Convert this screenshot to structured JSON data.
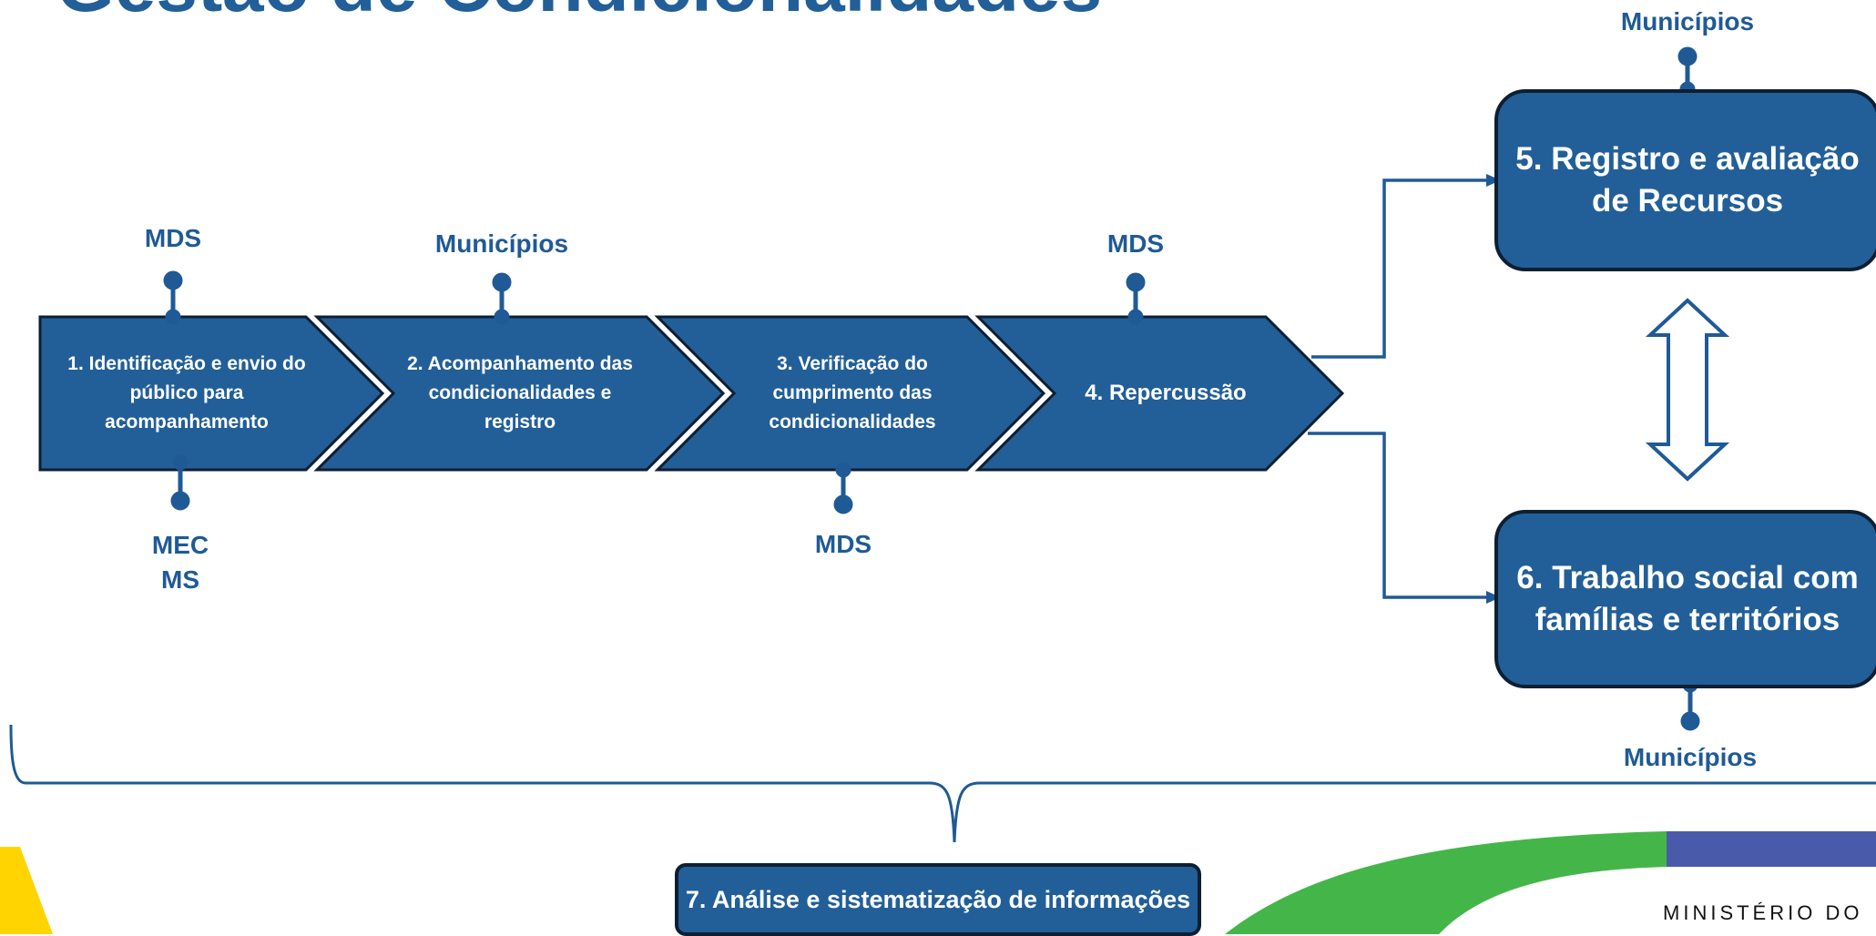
{
  "title": "Gestão de Condicionalidades",
  "steps": [
    {
      "label": "1. Identificação e envio do público para acompanhamento",
      "top_actor": "MDS",
      "bottom_actor": "MEC MS"
    },
    {
      "label": "2. Acompanhamento das condicionalidades e registro",
      "top_actor": "Municípios",
      "bottom_actor": ""
    },
    {
      "label": "3. Verificação do cumprimento das condicionalidades",
      "top_actor": "",
      "bottom_actor": "MDS"
    },
    {
      "label": "4. Repercussão",
      "top_actor": "MDS",
      "bottom_actor": ""
    }
  ],
  "boxes": {
    "box5": {
      "label": "5. Registro e avaliação de Recursos",
      "actor": "Municípios"
    },
    "box6": {
      "label": "6. Trabalho social com famílias e territórios",
      "actor": "Municípios"
    },
    "box7": {
      "label": "7. Análise e sistematização de informações"
    }
  },
  "footer": {
    "ministry": "MINISTÉRIO DO"
  },
  "colors": {
    "primary": "#225f98",
    "outline": "#0e1f33",
    "label": "#1f5a96",
    "green": "#44b649",
    "yellow": "#ffd400",
    "violet": "#4a5aab"
  }
}
